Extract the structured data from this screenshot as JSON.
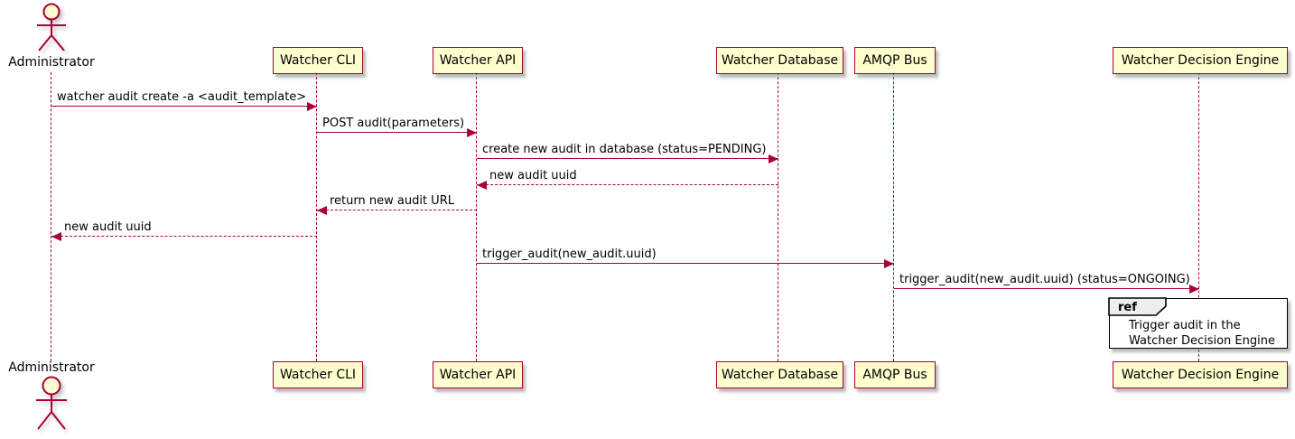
{
  "diagram": {
    "kind": "plantuml-sequence",
    "colors": {
      "line": "#A80036",
      "participant_fill": "#FEFECE",
      "text": "#000000",
      "ref_tab_fill": "#EEEEEE",
      "ref_border": "#000000",
      "background": "#FFFFFF"
    },
    "participants": [
      {
        "label": "Administrator",
        "kind": "actor"
      },
      {
        "label": "Watcher CLI",
        "kind": "participant"
      },
      {
        "label": "Watcher API",
        "kind": "participant"
      },
      {
        "label": "Watcher Database",
        "kind": "participant"
      },
      {
        "label": "AMQP Bus",
        "kind": "participant"
      },
      {
        "label": "Watcher Decision Engine",
        "kind": "participant"
      }
    ],
    "messages": [
      {
        "from": "Administrator",
        "to": "Watcher CLI",
        "label": "watcher audit create -a <audit_template>",
        "line": "solid",
        "direction": "right"
      },
      {
        "from": "Watcher CLI",
        "to": "Watcher API",
        "label": "POST audit(parameters)",
        "line": "solid",
        "direction": "right"
      },
      {
        "from": "Watcher API",
        "to": "Watcher Database",
        "label": "create new audit in database (status=PENDING)",
        "line": "solid",
        "direction": "right"
      },
      {
        "from": "Watcher Database",
        "to": "Watcher API",
        "label": "new audit uuid",
        "line": "dashed",
        "direction": "left"
      },
      {
        "from": "Watcher API",
        "to": "Watcher CLI",
        "label": "return new audit URL",
        "line": "dashed",
        "direction": "left"
      },
      {
        "from": "Watcher CLI",
        "to": "Administrator",
        "label": "new audit uuid",
        "line": "dashed",
        "direction": "left"
      },
      {
        "from": "Watcher API",
        "to": "AMQP Bus",
        "label": "trigger_audit(new_audit.uuid)",
        "line": "solid",
        "direction": "right"
      },
      {
        "from": "AMQP Bus",
        "to": "Watcher Decision Engine",
        "label": "trigger_audit(new_audit.uuid) (status=ONGOING)",
        "line": "solid",
        "direction": "right"
      }
    ],
    "ref": {
      "keyword": "ref",
      "lines": [
        "Trigger audit in the",
        "Watcher Decision Engine"
      ]
    }
  }
}
